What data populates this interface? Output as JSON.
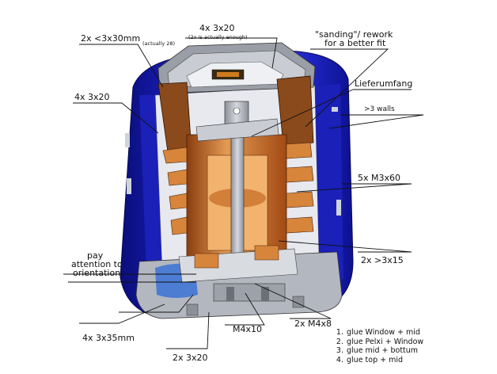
{
  "labels": {
    "screw_top_left": "2x <3x30mm",
    "screw_top_left_note": "(actually 28)",
    "screw_top_mid": "4x 3x20",
    "screw_top_mid_note": "(2x is actually enough)",
    "sanding_line1": "\"sanding\"/ rework",
    "sanding_line2": "for a better fit",
    "lieferumfang": "Lieferumfang",
    "screw_left": "4x 3x20",
    "walls": ">3 walls",
    "m3": "5x M3x60",
    "pay_line1": "pay",
    "pay_line2": "attention to",
    "pay_line3": "orientation",
    "screw_right_low": "2x >3x15",
    "screw_bottom_left": "4x 3x35mm",
    "m4x10": "M4x10",
    "m4x8": "2x M4x8",
    "screw_bottom": "2x 3x20"
  },
  "glue_steps": [
    {
      "num": "1.",
      "text": "glue Window + mid"
    },
    {
      "num": "2.",
      "text": "glue Pelxi + Window"
    },
    {
      "num": "3.",
      "text": "glue mid + bottum"
    },
    {
      "num": "4.",
      "text": "glue top + mid"
    }
  ],
  "colors": {
    "shell_blue": "#1a1fc0",
    "shell_dark": "#0b0f80",
    "copper": "#c8661e",
    "copper_light": "#e39a52",
    "metal": "#b9bcc4",
    "metal_dark": "#7d8088",
    "line": "#111111"
  }
}
